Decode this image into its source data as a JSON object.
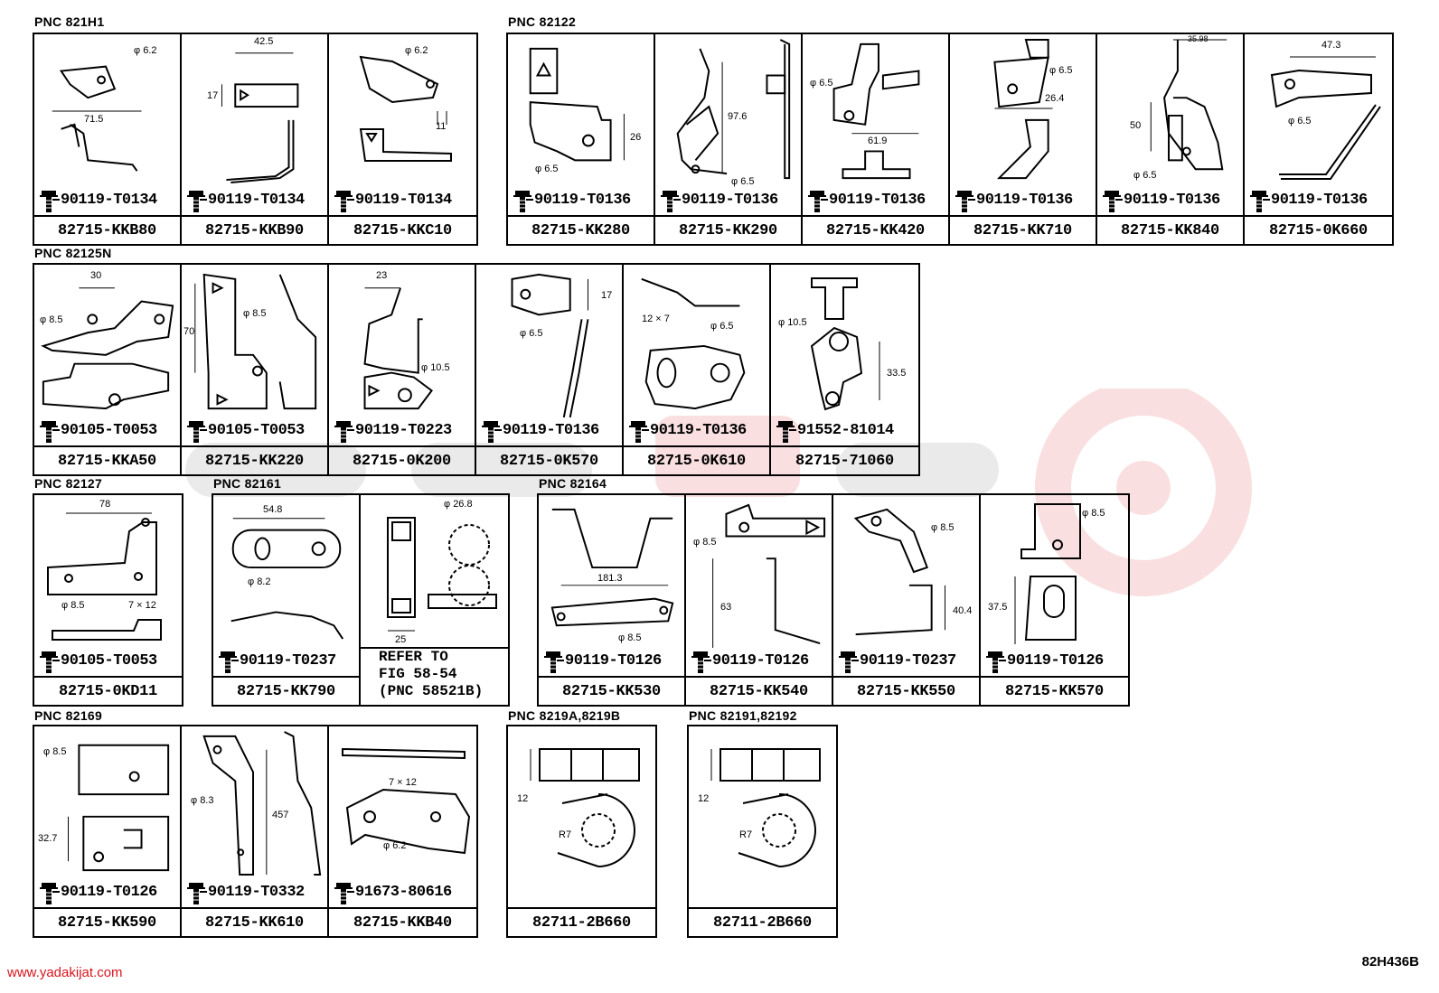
{
  "pnc_labels": {
    "g1": "PNC 821H1",
    "g2": "PNC 82122",
    "g3": "PNC 82125N",
    "g4": "PNC 82127",
    "g5": "PNC 82161",
    "g6": "PNC 82164",
    "g7": "PNC 82169",
    "g8": "PNC 8219A,8219B",
    "g9": "PNC 82191,82192"
  },
  "cells": {
    "c1": {
      "bolt": "90119-T0134",
      "part": "82715-KKB80",
      "d1": "φ 6.2",
      "d2": "71.5"
    },
    "c2": {
      "bolt": "90119-T0134",
      "part": "82715-KKB90",
      "d1": "42.5",
      "d2": "17"
    },
    "c3": {
      "bolt": "90119-T0134",
      "part": "82715-KKC10",
      "d1": "φ 6.2",
      "d2": "11"
    },
    "c4": {
      "bolt": "90119-T0136",
      "part": "82715-KK280",
      "d1": "26",
      "d2": "φ 6.5"
    },
    "c5": {
      "bolt": "90119-T0136",
      "part": "82715-KK290",
      "d1": "97.6",
      "d2": "φ 6.5"
    },
    "c6": {
      "bolt": "90119-T0136",
      "part": "82715-KK420",
      "d1": "φ 6.5",
      "d2": "61.9"
    },
    "c7": {
      "bolt": "90119-T0136",
      "part": "82715-KK710",
      "d1": "φ 6.5",
      "d2": "26.4"
    },
    "c8": {
      "bolt": "90119-T0136",
      "part": "82715-KK840",
      "d1": "50",
      "d2": "φ 6.5",
      "d3": "35.98"
    },
    "c9": {
      "bolt": "90119-T0136",
      "part": "82715-0K660",
      "d1": "47.3",
      "d2": "φ 6.5"
    },
    "c10": {
      "bolt": "90105-T0053",
      "part": "82715-KKA50",
      "d1": "30",
      "d2": "φ 8.5"
    },
    "c11": {
      "bolt": "90105-T0053",
      "part": "82715-KK220",
      "d1": "70",
      "d2": "φ 8.5"
    },
    "c12": {
      "bolt": "90119-T0223",
      "part": "82715-0K200",
      "d1": "23",
      "d2": "φ 10.5"
    },
    "c13": {
      "bolt": "90119-T0136",
      "part": "82715-0K570",
      "d1": "17",
      "d2": "φ 6.5"
    },
    "c14": {
      "bolt": "90119-T0136",
      "part": "82715-0K610",
      "d1": "12 × 7",
      "d2": "φ 6.5"
    },
    "c15": {
      "bolt": "91552-81014",
      "part": "82715-71060",
      "d1": "φ 10.5",
      "d2": "33.5"
    },
    "c16": {
      "bolt": "90105-T0053",
      "part": "82715-0KD11",
      "d1": "78",
      "d2": "φ 8.5",
      "d3": "7 × 12"
    },
    "c17": {
      "bolt": "90119-T0237",
      "part": "82715-KK790",
      "d1": "54.8",
      "d2": "φ 8.2"
    },
    "c18": {
      "refer": "REFER TO\nFIG 58-54\n(PNC 58521B)",
      "d1": "φ 26.8",
      "d2": "25"
    },
    "c19": {
      "bolt": "90119-T0126",
      "part": "82715-KK530",
      "d1": "181.3",
      "d2": "φ 8.5"
    },
    "c20": {
      "bolt": "90119-T0126",
      "part": "82715-KK540",
      "d1": "φ 8.5",
      "d2": "63"
    },
    "c21": {
      "bolt": "90119-T0237",
      "part": "82715-KK550",
      "d1": "φ 8.5",
      "d2": "40.4"
    },
    "c22": {
      "bolt": "90119-T0126",
      "part": "82715-KK570",
      "d1": "φ 8.5",
      "d2": "37.5"
    },
    "c23": {
      "bolt": "90119-T0126",
      "part": "82715-KK590",
      "d1": "φ 8.5",
      "d2": "32.7"
    },
    "c24": {
      "bolt": "90119-T0332",
      "part": "82715-KK610",
      "d1": "φ 8.3",
      "d2": "457"
    },
    "c25": {
      "bolt": "91673-80616",
      "part": "82715-KKB40",
      "d1": "7 × 12",
      "d2": "φ 6.2"
    },
    "c26": {
      "part": "82711-2B660",
      "d1": "12",
      "d2": "R7"
    },
    "c27": {
      "part": "82711-2B660",
      "d1": "12",
      "d2": "R7"
    }
  },
  "footer": {
    "code": "82H436B",
    "site": "www.yadakijat.com"
  },
  "colors": {
    "ink": "#000000",
    "watermark": "#d9141c"
  }
}
